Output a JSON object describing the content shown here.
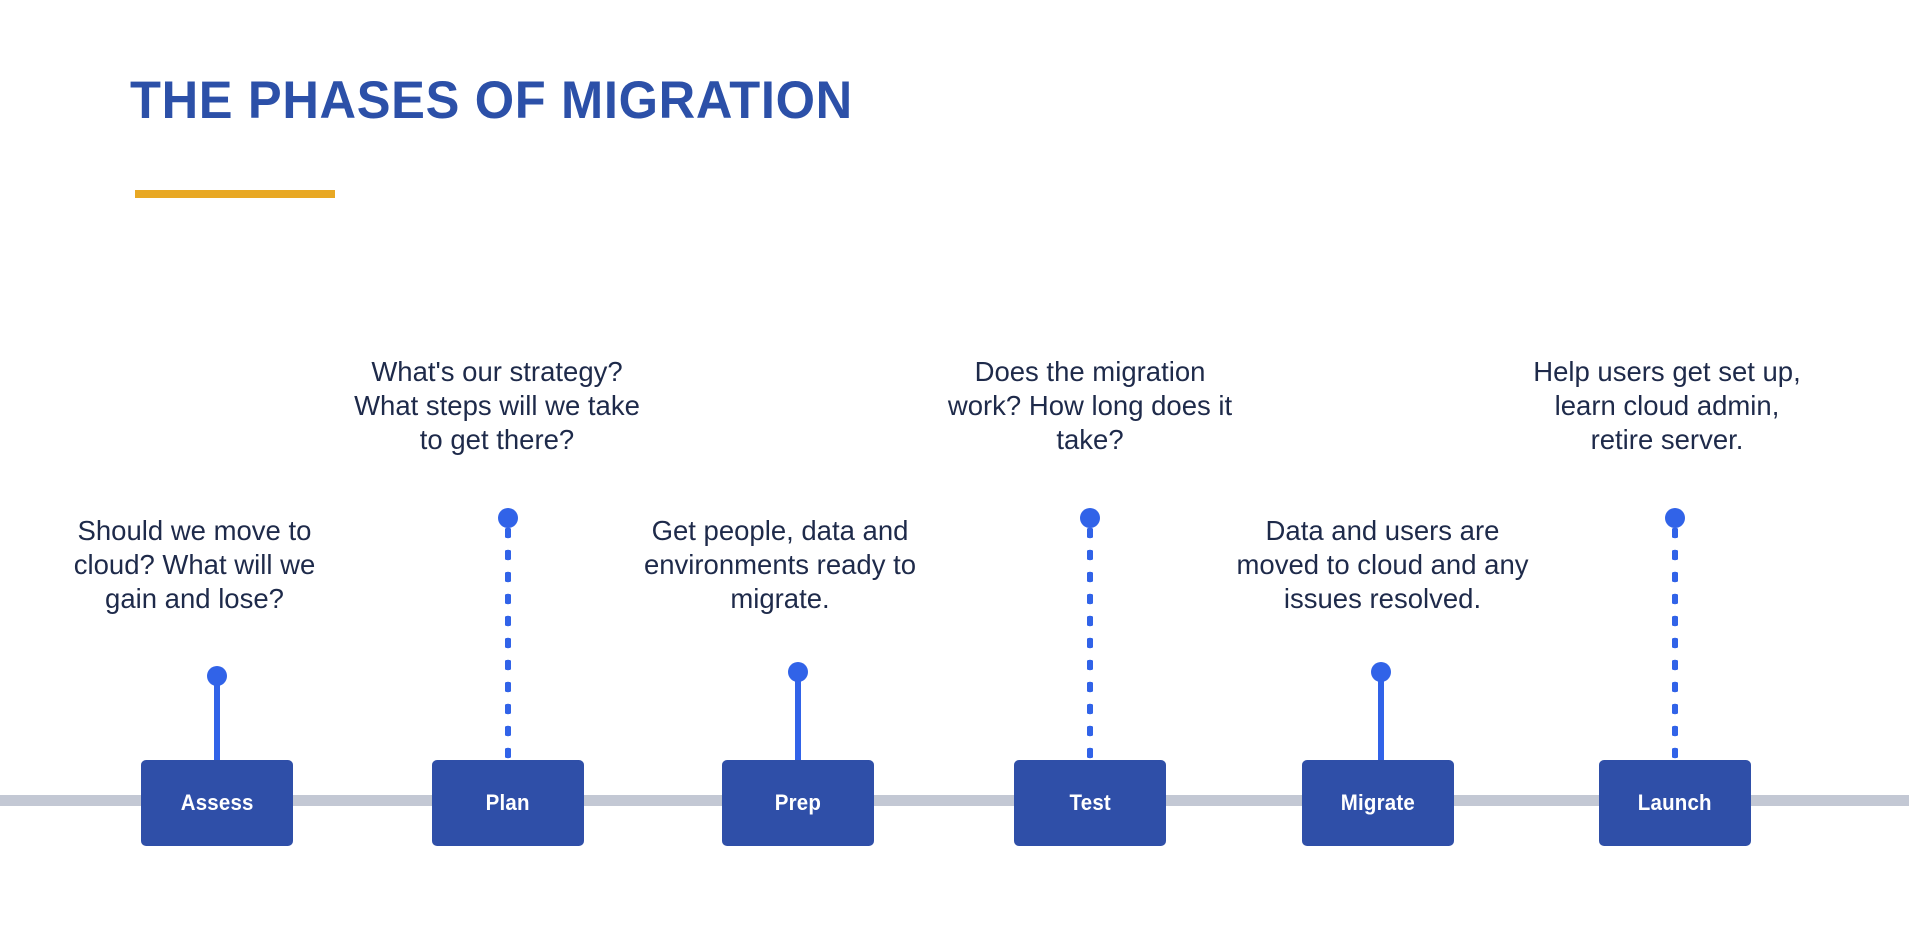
{
  "header": {
    "title": "THE PHASES OF MIGRATION",
    "accent_color": "#e8a824",
    "title_color": "#2c50a8"
  },
  "theme": {
    "box_fill": "#2f4fa8",
    "box_label_color": "#ffffff",
    "connector_color": "#3163e8",
    "baseline_color": "#c3c8d4",
    "body_text_color": "#1e2a4a",
    "background": "#ffffff"
  },
  "timeline": {
    "phases": [
      {
        "label": "Assess",
        "description": "Should we move to cloud? What will we gain and lose?",
        "tier": "low",
        "connector": "solid"
      },
      {
        "label": "Plan",
        "description": "What's our strategy? What steps will we take to get there?",
        "tier": "high",
        "connector": "dotted"
      },
      {
        "label": "Prep",
        "description": "Get people, data and environments ready to migrate.",
        "tier": "low",
        "connector": "solid"
      },
      {
        "label": "Test",
        "description": "Does the migration work? How long does it take?",
        "tier": "high",
        "connector": "dotted"
      },
      {
        "label": "Migrate",
        "description": "Data and users are moved to cloud and any issues resolved.",
        "tier": "low",
        "connector": "solid"
      },
      {
        "label": "Launch",
        "description": "Help users get set up, learn cloud admin, retire server.",
        "tier": "high",
        "connector": "dotted"
      }
    ]
  }
}
